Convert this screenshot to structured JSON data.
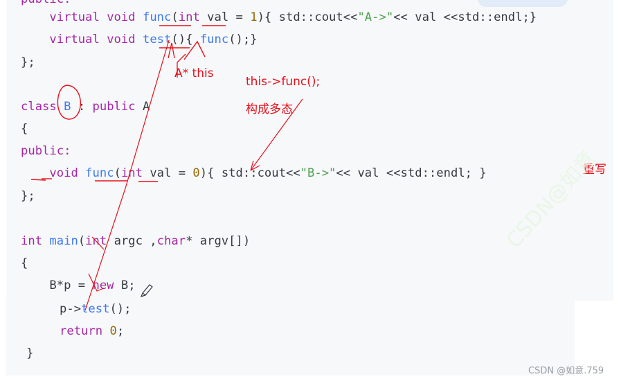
{
  "code": {
    "line_public_cut": [
      {
        "t": "public:",
        "c": "kw"
      }
    ],
    "line1": [
      {
        "t": "    ",
        "c": "plain"
      },
      {
        "t": "virtual",
        "c": "kw"
      },
      {
        "t": " ",
        "c": "plain"
      },
      {
        "t": "void",
        "c": "kw"
      },
      {
        "t": " ",
        "c": "plain"
      },
      {
        "t": "func",
        "c": "fn"
      },
      {
        "t": "(",
        "c": "plain"
      },
      {
        "t": "int",
        "c": "kw"
      },
      {
        "t": " val = ",
        "c": "plain"
      },
      {
        "t": "1",
        "c": "num"
      },
      {
        "t": "){ std::cout<<",
        "c": "plain"
      },
      {
        "t": "\"A->\"",
        "c": "str"
      },
      {
        "t": "<< val <<std::endl;}",
        "c": "plain"
      }
    ],
    "line2": [
      {
        "t": "    ",
        "c": "plain"
      },
      {
        "t": "virtual",
        "c": "kw"
      },
      {
        "t": " ",
        "c": "plain"
      },
      {
        "t": "void",
        "c": "kw"
      },
      {
        "t": " ",
        "c": "plain"
      },
      {
        "t": "test",
        "c": "fn"
      },
      {
        "t": "(){ ",
        "c": "plain"
      },
      {
        "t": "func",
        "c": "fn"
      },
      {
        "t": "();}",
        "c": "plain"
      }
    ],
    "line3": [
      {
        "t": "};",
        "c": "plain"
      }
    ],
    "line4": [
      {
        "t": "class",
        "c": "kw"
      },
      {
        "t": " ",
        "c": "plain"
      },
      {
        "t": "B",
        "c": "fn"
      },
      {
        "t": " : ",
        "c": "plain"
      },
      {
        "t": "public",
        "c": "kw"
      },
      {
        "t": " A",
        "c": "plain"
      }
    ],
    "line5": [
      {
        "t": "{",
        "c": "plain"
      }
    ],
    "line6": [
      {
        "t": "public:",
        "c": "kw"
      }
    ],
    "line7": [
      {
        "t": "    ",
        "c": "plain"
      },
      {
        "t": "void",
        "c": "kw"
      },
      {
        "t": " ",
        "c": "plain"
      },
      {
        "t": "func",
        "c": "fn"
      },
      {
        "t": "(",
        "c": "plain"
      },
      {
        "t": "int",
        "c": "kw"
      },
      {
        "t": " val = ",
        "c": "plain"
      },
      {
        "t": "0",
        "c": "num"
      },
      {
        "t": "){ std::cout<<",
        "c": "plain"
      },
      {
        "t": "\"B->\"",
        "c": "str"
      },
      {
        "t": "<< val <<std::endl; }",
        "c": "plain"
      }
    ],
    "line8": [
      {
        "t": "};",
        "c": "plain"
      }
    ],
    "line9": [
      {
        "t": "int",
        "c": "kw"
      },
      {
        "t": " ",
        "c": "plain"
      },
      {
        "t": "main",
        "c": "fn"
      },
      {
        "t": "(",
        "c": "plain"
      },
      {
        "t": "int",
        "c": "kw"
      },
      {
        "t": " argc ,",
        "c": "plain"
      },
      {
        "t": "char",
        "c": "kw"
      },
      {
        "t": "* argv[])",
        "c": "plain"
      }
    ],
    "line10": [
      {
        "t": "{",
        "c": "plain"
      }
    ],
    "line11": [
      {
        "t": "    B*p = ",
        "c": "plain"
      },
      {
        "t": "new",
        "c": "kw"
      },
      {
        "t": " B;",
        "c": "plain"
      }
    ],
    "line12": [
      {
        "t": "p->",
        "c": "plain"
      },
      {
        "t": "test",
        "c": "fn"
      },
      {
        "t": "();",
        "c": "plain"
      }
    ],
    "line13": [
      {
        "t": "return",
        "c": "kw"
      },
      {
        "t": " ",
        "c": "plain"
      },
      {
        "t": "0",
        "c": "num"
      },
      {
        "t": ";",
        "c": "plain"
      }
    ],
    "line14": [
      {
        "t": "}",
        "c": "plain"
      }
    ]
  },
  "annotations": {
    "a_this": "A* this",
    "this_func": "this->func();",
    "polymorphism": "构成多态",
    "override": "重写"
  },
  "watermark": {
    "csdn": "CSDN @如意.759",
    "faint": "CSDN@如意"
  },
  "colors": {
    "ink_red": "#e8101a",
    "keyword": "#a626a4",
    "function": "#4078f2",
    "number": "#986801",
    "string": "#50a14f"
  }
}
